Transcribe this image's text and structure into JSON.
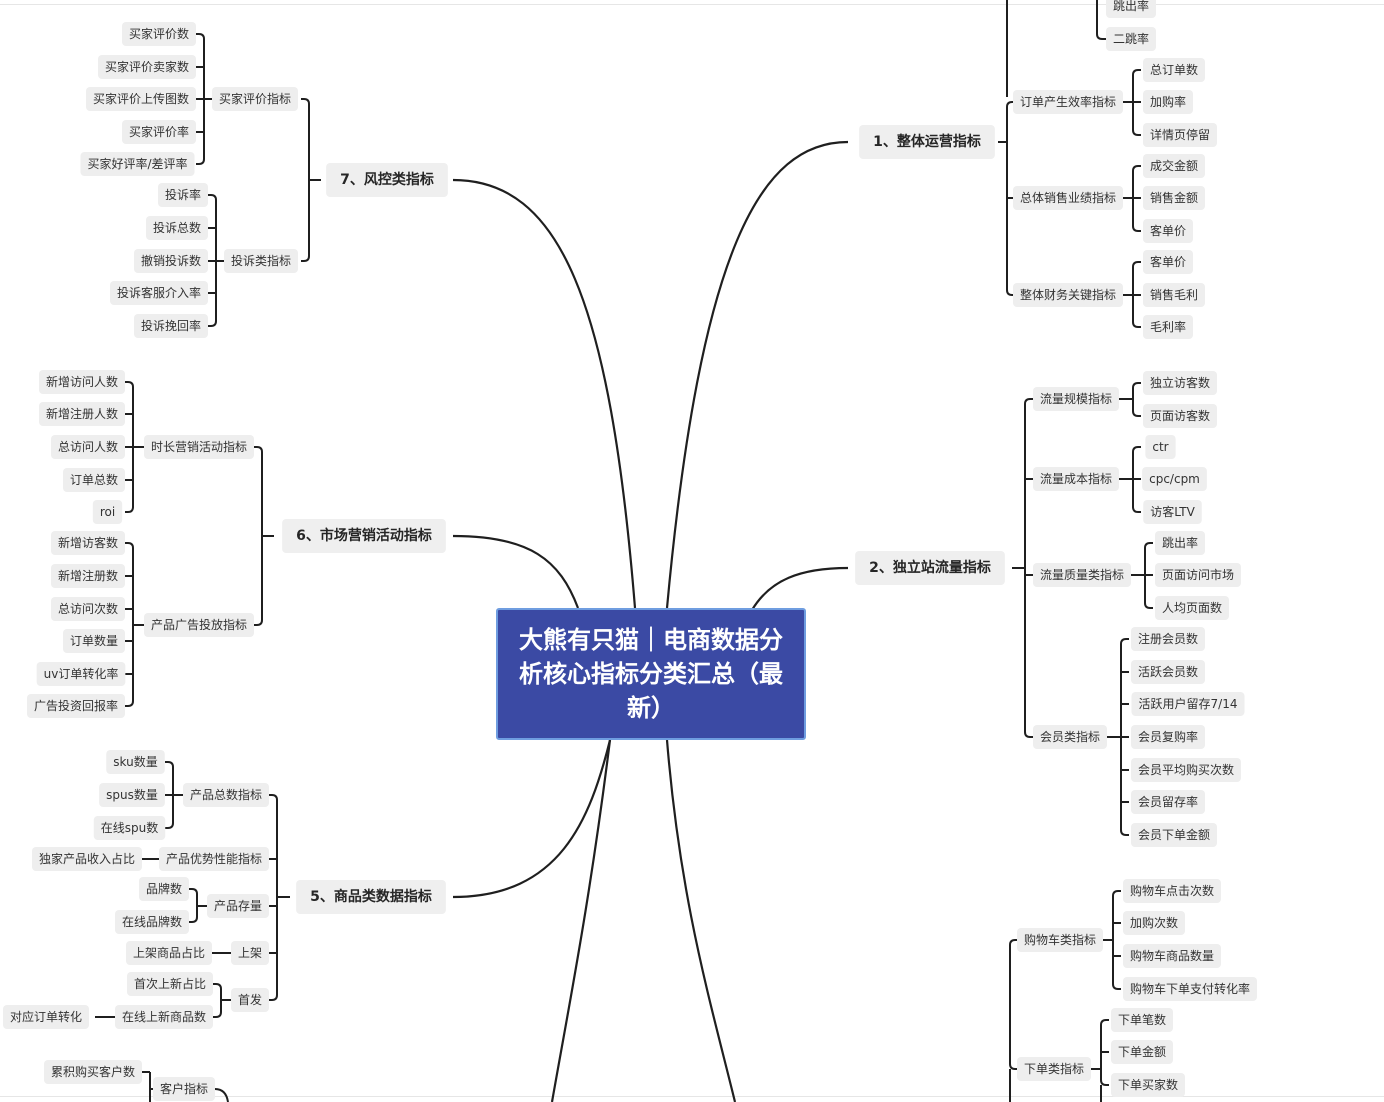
{
  "root": {
    "title": "大熊有只猫｜电商数据分析核心指标分类汇总（最新）"
  },
  "branches": [
    {
      "label": "1、整体运营指标",
      "groups": [
        {
          "label": "",
          "leaves": [
            "跳出率",
            "二跳率"
          ]
        },
        {
          "label": "订单产生效率指标",
          "leaves": [
            "总订单数",
            "加购率",
            "详情页停留"
          ]
        },
        {
          "label": "总体销售业绩指标",
          "leaves": [
            "成交金额",
            "销售金额",
            "客单价"
          ]
        },
        {
          "label": "整体财务关键指标",
          "leaves": [
            "客单价",
            "销售毛利",
            "毛利率"
          ]
        }
      ]
    },
    {
      "label": "2、独立站流量指标",
      "groups": [
        {
          "label": "流量规模指标",
          "leaves": [
            "独立访客数",
            "页面访客数"
          ]
        },
        {
          "label": "流量成本指标",
          "leaves": [
            "ctr",
            "cpc/cpm",
            "访客LTV"
          ]
        },
        {
          "label": "流量质量类指标",
          "leaves": [
            "跳出率",
            "页面访问市场",
            "人均页面数"
          ]
        },
        {
          "label": "会员类指标",
          "leaves": [
            "注册会员数",
            "活跃会员数",
            "活跃用户留存7/14",
            "会员复购率",
            "会员平均购买次数",
            "会员留存率",
            "会员下单金额"
          ]
        }
      ]
    },
    {
      "label": "",
      "groups": [
        {
          "label": "购物车类指标",
          "leaves": [
            "购物车点击次数",
            "加购次数",
            "购物车商品数量",
            "购物车下单支付转化率"
          ]
        },
        {
          "label": "下单类指标",
          "leaves": [
            "下单笔数",
            "下单金额",
            "下单买家数"
          ]
        }
      ]
    },
    {
      "label": "7、风控类指标",
      "groups": [
        {
          "label": "买家评价指标",
          "leaves": [
            "买家评价数",
            "买家评价卖家数",
            "买家评价上传图数",
            "买家评价率",
            "买家好评率/差评率"
          ]
        },
        {
          "label": "投诉类指标",
          "leaves": [
            "投诉率",
            "投诉总数",
            "撤销投诉数",
            "投诉客服介入率",
            "投诉挽回率"
          ]
        }
      ]
    },
    {
      "label": "6、市场营销活动指标",
      "groups": [
        {
          "label": "时长营销活动指标",
          "leaves": [
            "新增访问人数",
            "新增注册人数",
            "总访问人数",
            "订单总数",
            "roi"
          ]
        },
        {
          "label": "产品广告投放指标",
          "leaves": [
            "新增访客数",
            "新增注册数",
            "总访问次数",
            "订单数量",
            "uv订单转化率",
            "广告投资回报率"
          ]
        }
      ]
    },
    {
      "label": "5、商品类数据指标",
      "groups": [
        {
          "label": "产品总数指标",
          "leaves": [
            "sku数量",
            "spus数量",
            "在线spu数"
          ]
        },
        {
          "label": "产品优势性能指标",
          "leaves": [
            "独家产品收入占比"
          ]
        },
        {
          "label": "产品存量",
          "leaves": [
            "品牌数",
            "在线品牌数"
          ]
        },
        {
          "label": "上架",
          "leaves": [
            "上架商品占比"
          ]
        },
        {
          "label": "首发",
          "leaves": [
            "首次上新占比",
            "在线上新商品数"
          ]
        }
      ]
    },
    {
      "label": "",
      "groups": [
        {
          "label": "客户指标",
          "leaves": [
            "累积购买客户数"
          ]
        }
      ]
    }
  ],
  "extra_leaves": {
    "first_launch_conversion": "对应订单转化"
  }
}
